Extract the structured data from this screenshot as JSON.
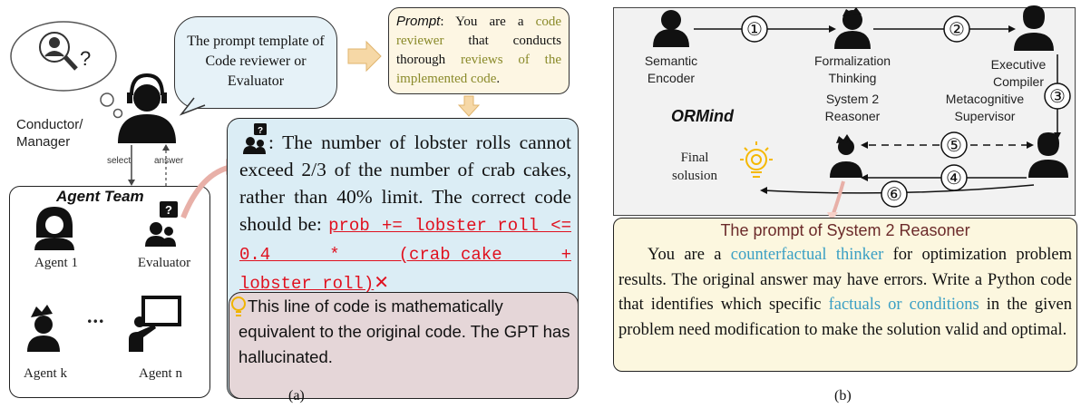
{
  "panel_a": {
    "caption": "(a)",
    "conductor_label": "Conductor/ Manager",
    "select_label": "select",
    "answer_label": "answer",
    "agent_team_title": "Agent Team",
    "agents": {
      "agent1": "Agent 1",
      "evaluator": "Evaluator",
      "agentk": "Agent k",
      "agentn": "Agent n",
      "ellipsis": "..."
    },
    "template_bubble": "The prompt template of Code reviewer or Evaluator",
    "prompt_box": {
      "prefix": "Prompt",
      "text1": ": You are a ",
      "hl1": "code reviewer",
      "text2": " that conducts thorough ",
      "hl2": "reviews of the implemented code",
      "text3": "."
    },
    "reviewer_text": ": The number of lobster rolls cannot exceed 2/3 of the number of crab cakes, rather than  40% limit. The correct code should be: ",
    "reviewer_code": "prob += lobster_roll <= 0.4 * (crab_cake + lobster_roll)",
    "reviewer_mark": "✕",
    "evaluator_text": "This line of code is mathematically equivalent to the original code. The GPT has hallucinated."
  },
  "panel_b": {
    "caption": "(b)",
    "title": "ORMind",
    "nodes": {
      "semantic": "Semantic Encoder",
      "formalization": "Formalization Thinking",
      "executive": "Executive Compiler",
      "system2": "System 2 Reasoner",
      "metacognitive": "Metacognitive Supervisor",
      "final": "Final solusion"
    },
    "steps": [
      "①",
      "②",
      "③",
      "④",
      "⑤",
      "⑥"
    ],
    "prompt_title": "The prompt of System 2 Reasoner",
    "prompt": {
      "t1": "You are a ",
      "h1": "counterfactual thinker",
      "t2": " for optimization problem results. The original answer may have errors. Write a Python code that identifies which specific ",
      "h2": "factuals or conditions",
      "t3": " in the given problem need modification to make the solution valid and optimal."
    }
  },
  "colors": {
    "bubble_fill": "#e6f2f8",
    "prompt_fill": "#fdf6e3",
    "reviewer_fill": "#dbedf5",
    "evaluator_fill": "#e5d6d8",
    "panel_b_fill": "#f2f2f2",
    "prompt_b_fill": "#fcf7df",
    "highlight": "#3a9fc4",
    "code_red": "#e0101e"
  }
}
